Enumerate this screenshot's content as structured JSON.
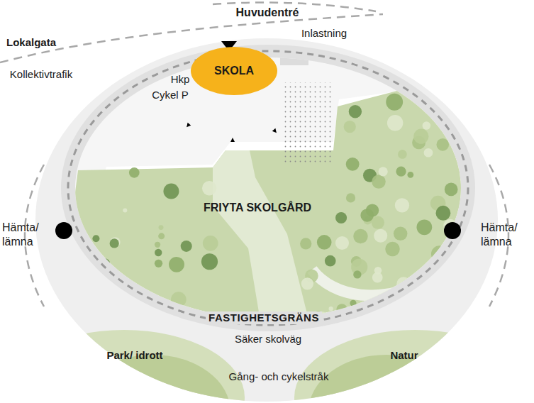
{
  "diagram": {
    "nodes": [
      {
        "text": [
          "SKOLA"
        ]
      },
      {
        "text": [
          "FRIYTA SKOLGÅRD"
        ]
      },
      {
        "text": [
          "Park/ idrott"
        ]
      },
      {
        "text": [
          "Natur"
        ]
      }
    ],
    "labels": [
      "Huvudentré",
      "Lokalgata",
      "Kollektivtrafik",
      "Inlastning",
      "Hkp",
      "Cykel P",
      "Hämta/ lämna",
      "Hämta/ lämna",
      "FASTIGHETSGRÄNS",
      "Säker skolväg",
      "Gång- och cykelstråk"
    ]
  }
}
